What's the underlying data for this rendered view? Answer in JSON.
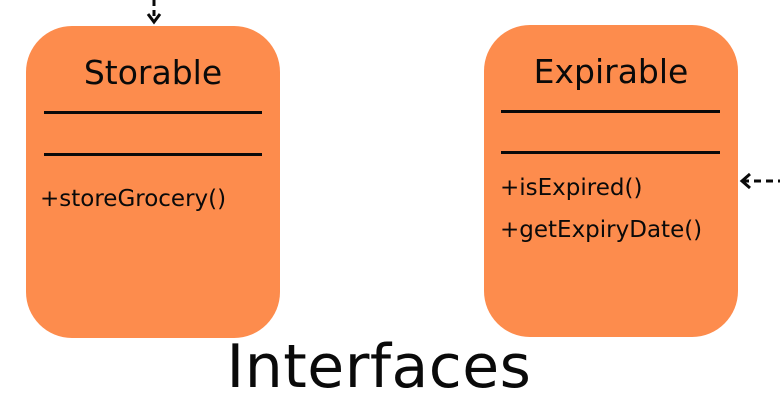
{
  "diagram": {
    "title": "Interfaces",
    "box_color": "#fd8c4d",
    "classes": [
      {
        "name": "Storable",
        "methods": [
          "+storeGrocery()"
        ]
      },
      {
        "name": "Expirable",
        "methods": [
          "+isExpired()",
          "+getExpiryDate()"
        ]
      }
    ],
    "connectors": [
      {
        "style": "dashed",
        "arrowhead": "open",
        "target": "Storable",
        "direction": "down"
      },
      {
        "style": "dashed",
        "arrowhead": "open",
        "target": "Expirable",
        "direction": "left"
      }
    ]
  }
}
